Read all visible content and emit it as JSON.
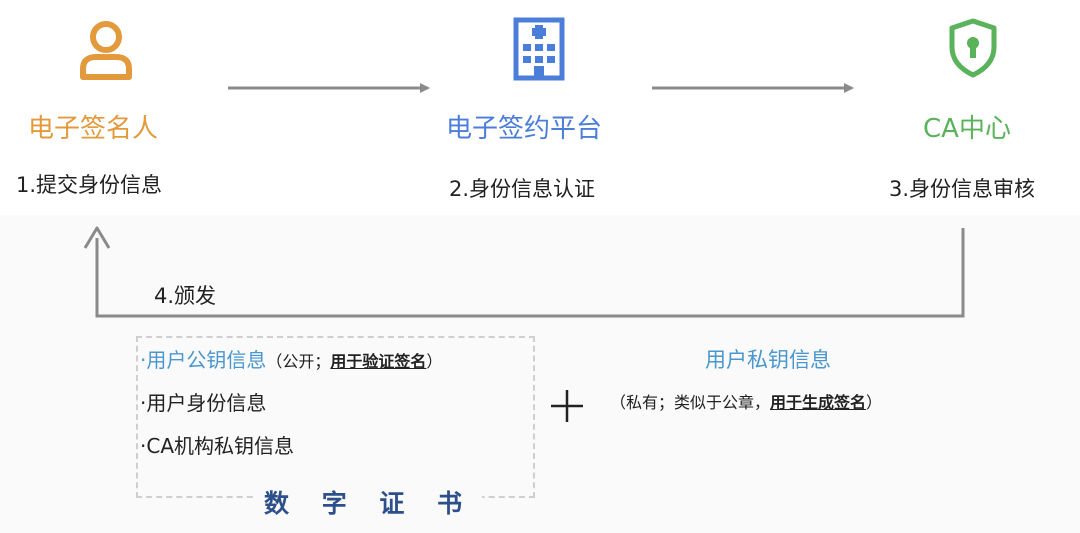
{
  "colors": {
    "signer": "#e39a3c",
    "platform": "#4b7ed8",
    "ca": "#5ab35a",
    "arrow": "#8a8a8a",
    "cert_label": "#2d4f8a",
    "private_title": "#4a97cf",
    "pubkey": "#4a97cf"
  },
  "nodes": {
    "signer": {
      "icon": "person-icon",
      "title": "电子签名人",
      "step": "1.提交身份信息"
    },
    "platform": {
      "icon": "building-icon",
      "title": "电子签约平台",
      "step": "2.身份信息认证"
    },
    "ca": {
      "icon": "shield-lock-icon",
      "title": "CA中心",
      "step": "3.身份信息审核"
    }
  },
  "issue_step": "4.颁发",
  "certificate": {
    "label": "数 字 证 书",
    "items": {
      "pubkey": {
        "bullet": "·",
        "text": "用户公钥信息",
        "paren_open": "（公开；",
        "paren_bold": "用于验证签名",
        "paren_close": "）"
      },
      "identity": {
        "bullet": "·",
        "text": "用户身份信息"
      },
      "ca_key": {
        "bullet": "·",
        "text": "CA机构私钥信息"
      }
    }
  },
  "plus": "+",
  "private_key": {
    "title": "用户私钥信息",
    "note_open": "（私有；类似于公章，",
    "note_bold": "用于生成签名",
    "note_close": "）"
  }
}
